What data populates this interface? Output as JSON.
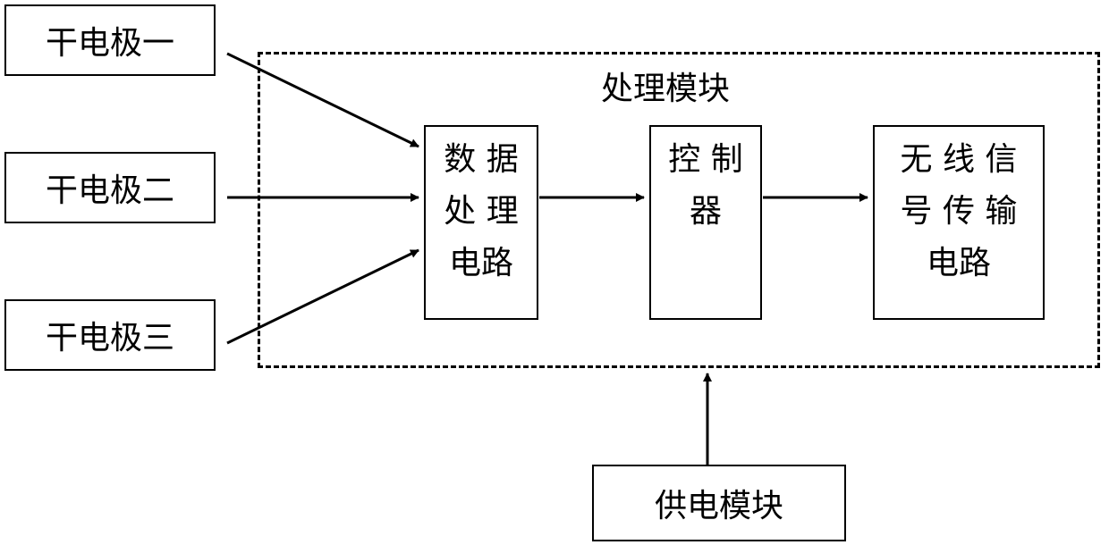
{
  "electrodes": [
    {
      "label": "干电极一"
    },
    {
      "label": "干电极二"
    },
    {
      "label": "干电极三"
    }
  ],
  "processing_module": {
    "title": "处理模块",
    "data_processing_circuit": {
      "lines": [
        "数 据",
        "处 理",
        "电路"
      ]
    },
    "controller": {
      "lines": [
        "控 制",
        "器"
      ]
    },
    "wireless_transmission_circuit": {
      "lines": [
        "无 线 信",
        "号 传 输",
        "电路"
      ]
    }
  },
  "power_module": {
    "label": "供电模块"
  },
  "colors": {
    "stroke": "#000000",
    "background": "#ffffff"
  }
}
